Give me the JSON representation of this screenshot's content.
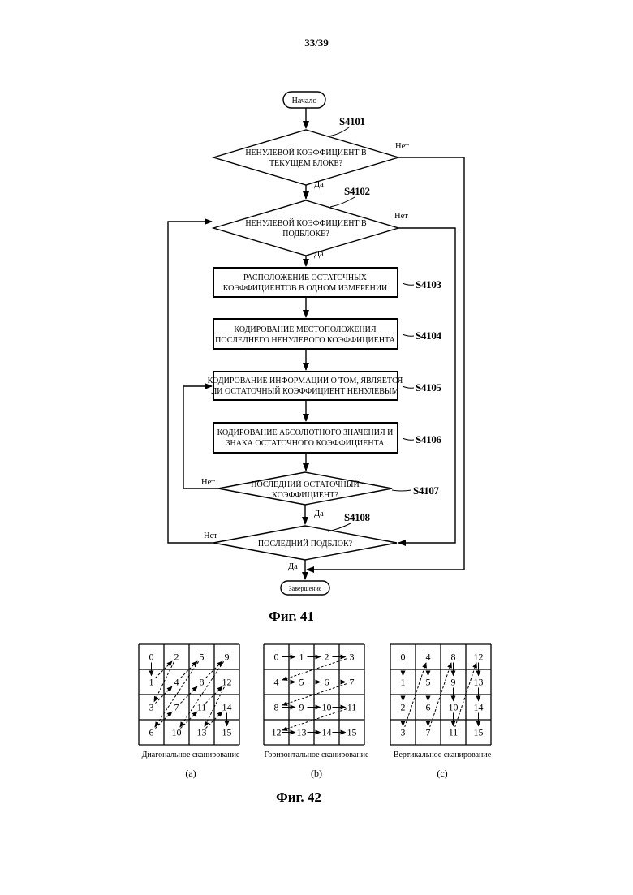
{
  "page_number": "33/39",
  "fig41": {
    "caption": "Фиг. 41",
    "start": "Начало",
    "end": "Завершение",
    "yes": "Да",
    "no": "Нет",
    "steps": {
      "s4101": {
        "id": "S4101",
        "line1": "НЕНУЛЕВОЙ КОЭФФИЦИЕНТ В",
        "line2": "ТЕКУЩЕМ БЛОКЕ?"
      },
      "s4102": {
        "id": "S4102",
        "line1": "НЕНУЛЕВОЙ КОЭФФИЦИЕНТ В",
        "line2": "ПОДБЛОКЕ?"
      },
      "s4103": {
        "id": "S4103",
        "line1": "РАСПОЛОЖЕНИЕ ОСТАТОЧНЫХ",
        "line2": "КОЭФФИЦИЕНТОВ В ОДНОМ ИЗМЕРЕНИИ"
      },
      "s4104": {
        "id": "S4104",
        "line1": "КОДИРОВАНИЕ МЕСТОПОЛОЖЕНИЯ",
        "line2": "ПОСЛЕДНЕГО НЕНУЛЕВОГО КОЭФФИЦИЕНТА"
      },
      "s4105": {
        "id": "S4105",
        "line1": "КОДИРОВАНИЕ ИНФОРМАЦИИ О ТОМ, ЯВЛЯЕТСЯ",
        "line2": "ЛИ ОСТАТОЧНЫЙ КОЭФФИЦИЕНТ НЕНУЛЕВЫМ"
      },
      "s4106": {
        "id": "S4106",
        "line1": "КОДИРОВАНИЕ АБСОЛЮТНОГО ЗНАЧЕНИЯ И",
        "line2": "ЗНАКА ОСТАТОЧНОГО КОЭФФИЦИЕНТА"
      },
      "s4107": {
        "id": "S4107",
        "line1": "ПОСЛЕДНИЙ ОСТАТОЧНЫЙ",
        "line2": "КОЭФФИЦИЕНТ?"
      },
      "s4108": {
        "id": "S4108",
        "line1": "ПОСЛЕДНИЙ ПОДБЛОК?"
      }
    }
  },
  "fig42": {
    "caption": "Фиг. 42",
    "grids": [
      {
        "name": "diagonal",
        "caption": "Диагональное сканирование",
        "label": "(a)",
        "cells": [
          "0",
          "2",
          "5",
          "9",
          "1",
          "4",
          "8",
          "12",
          "3",
          "7",
          "11",
          "14",
          "6",
          "10",
          "13",
          "15"
        ]
      },
      {
        "name": "horizontal",
        "caption": "Горизонтальное сканирование",
        "label": "(b)",
        "cells": [
          "0",
          "1",
          "2",
          "3",
          "4",
          "5",
          "6",
          "7",
          "8",
          "9",
          "10",
          "11",
          "12",
          "13",
          "14",
          "15"
        ]
      },
      {
        "name": "vertical",
        "caption": "Вертикальное сканирование",
        "label": "(c)",
        "cells": [
          "0",
          "4",
          "8",
          "12",
          "1",
          "5",
          "9",
          "13",
          "2",
          "6",
          "10",
          "14",
          "3",
          "7",
          "11",
          "15"
        ]
      }
    ]
  }
}
